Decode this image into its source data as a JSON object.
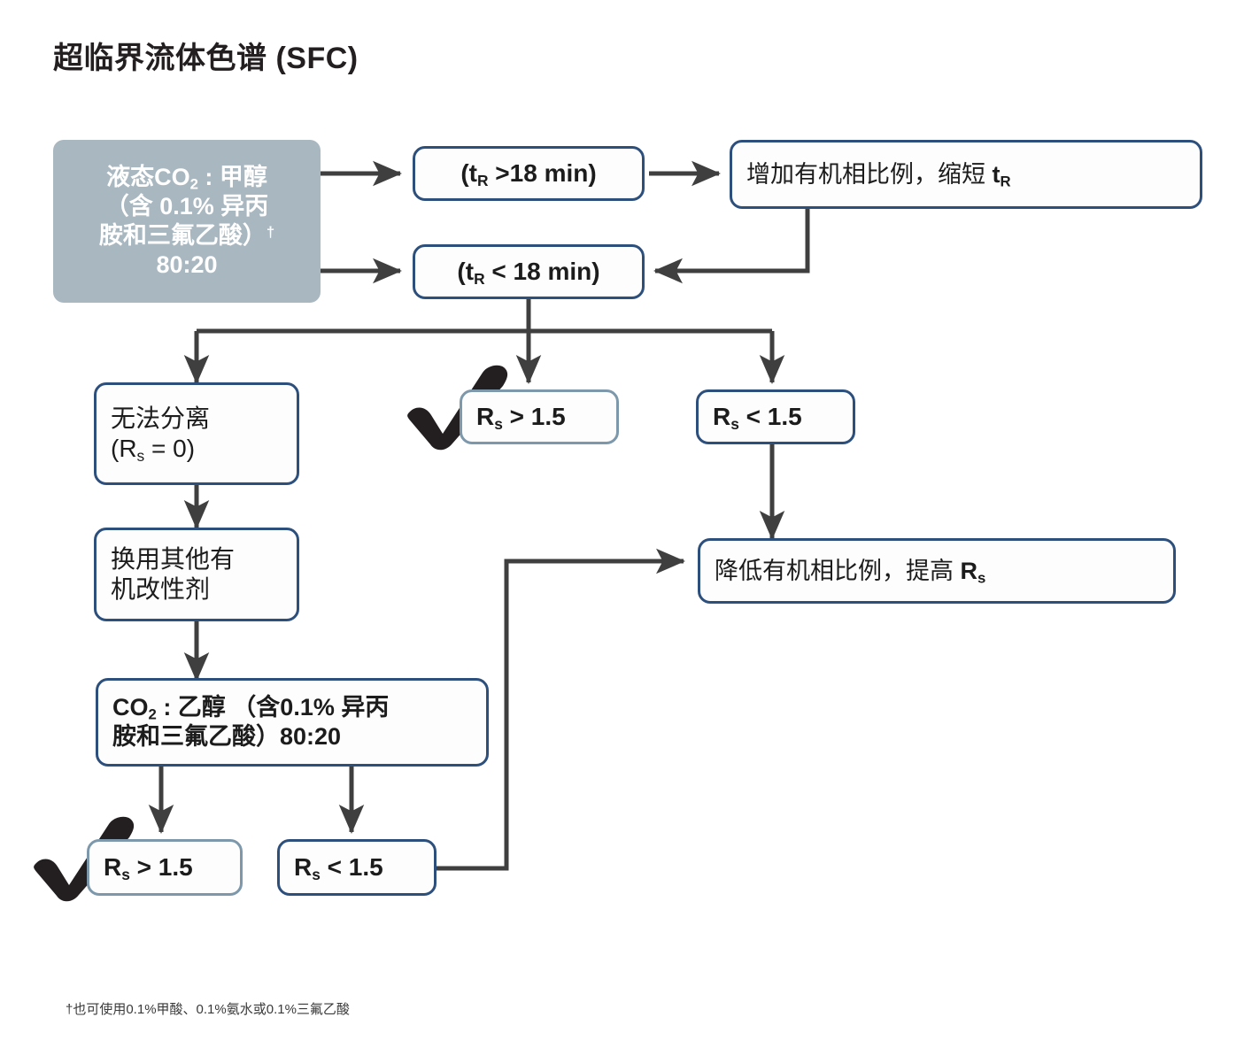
{
  "title": "超临界流体色谱 (SFC)",
  "footnote": "†也可使用0.1%甲酸、0.1%氨水或0.1%三氟乙酸",
  "colors": {
    "node_border": "#2d4f7c",
    "node_border_light": "#7d98ab",
    "start_fill": "#a9b7c0",
    "start_text": "#ffffff",
    "connector": "#3f3f3f",
    "check": "#231f20",
    "background": "#ffffff"
  },
  "nodes": {
    "start": {
      "line1": "液态CO",
      "line1_sub": "2",
      "line1_rest": " : 甲醇",
      "line2": "（含 0.1% 异丙",
      "line3": "胺和三氟乙酸）",
      "line3_dagger": "†",
      "line4": "80:20"
    },
    "tr_long": {
      "prefix": "(t",
      "sub": "R",
      "rest": " >18 min)"
    },
    "tr_short": {
      "prefix": "(t",
      "sub": "R",
      "rest": " < 18 min)"
    },
    "increase_organic": {
      "text": "增加有机相比例，缩短 ",
      "sym": "t",
      "sub": "R"
    },
    "no_separation": {
      "line1": "无法分离",
      "line2_prefix": "(R",
      "line2_sub": "s",
      "line2_rest": " = 0)"
    },
    "rs_gt_top": {
      "prefix": "R",
      "sub": "s",
      "rest": " > 1.5"
    },
    "rs_lt_top": {
      "prefix": "R",
      "sub": "s",
      "rest": " < 1.5"
    },
    "switch_modifier": {
      "line1": "换用其他有",
      "line2": "机改性剂"
    },
    "co2_ethanol": {
      "line1_prefix": "CO",
      "line1_sub": "2",
      "line1_rest": " : 乙醇 （含0.1% 异丙",
      "line2": "胺和三氟乙酸）80:20"
    },
    "rs_gt_bottom": {
      "prefix": "R",
      "sub": "s",
      "rest": " > 1.5"
    },
    "rs_lt_bottom": {
      "prefix": "R",
      "sub": "s",
      "rest": " < 1.5"
    },
    "decrease_organic": {
      "text": "降低有机相比例，提高 ",
      "sym": "R",
      "sub": "s"
    }
  },
  "marks": {
    "check_top": "✓",
    "check_bottom": "✓"
  }
}
